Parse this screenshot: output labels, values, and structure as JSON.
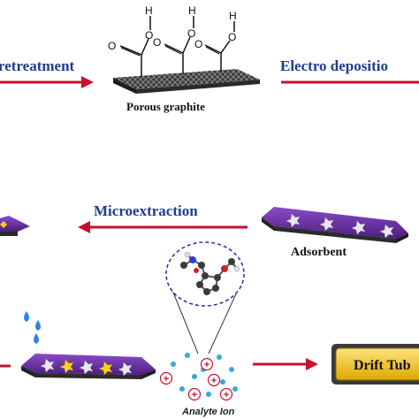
{
  "labels": {
    "pretreatment": "retreatment",
    "electro_deposition": "Electro depositio",
    "porous_graphite": "Porous graphite",
    "microextraction": "Microextraction",
    "adsorbent": "Adsorbent",
    "drift_tube": "Drift Tub",
    "analyte_ion": "Analyte Ion"
  },
  "atoms": {
    "hydrogen": "H",
    "oxygen": "O"
  },
  "ion_symbol": "+",
  "colors": {
    "arrow_red": "#c8102e",
    "label_blue": "#1f3c8f",
    "adsorbent_purple": "#6a2fa0",
    "graphite_dark": "#2a2a2a",
    "drift_tube_fill": "#f2c11a",
    "water_drop": "#2f86d8",
    "ion_dot": "#3aa8e0",
    "ion_ring": "#c8102e",
    "zoom_circle": "#2a2aa0"
  }
}
